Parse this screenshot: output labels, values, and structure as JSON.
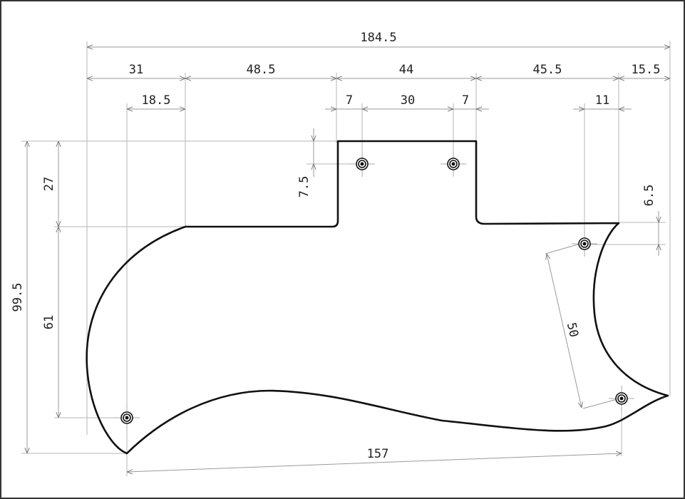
{
  "dimensions": {
    "overall_width": "184.5",
    "seg_31": "31",
    "seg_48_5": "48.5",
    "seg_44": "44",
    "seg_45_5": "45.5",
    "seg_15_5": "15.5",
    "hole_offset_18_5": "18.5",
    "notch_7_left": "7",
    "notch_30": "30",
    "notch_7_right": "7",
    "right_11": "11",
    "height_27": "27",
    "height_7_5": "7.5",
    "overall_height": "99.5",
    "height_61": "61",
    "right_6_5": "6.5",
    "diag_50": "50",
    "bottom_157": "157"
  },
  "colors": {
    "outline": "#111111",
    "dimension_lines": "#9a9a9a",
    "text": "#222222",
    "background": "#ffffff"
  }
}
